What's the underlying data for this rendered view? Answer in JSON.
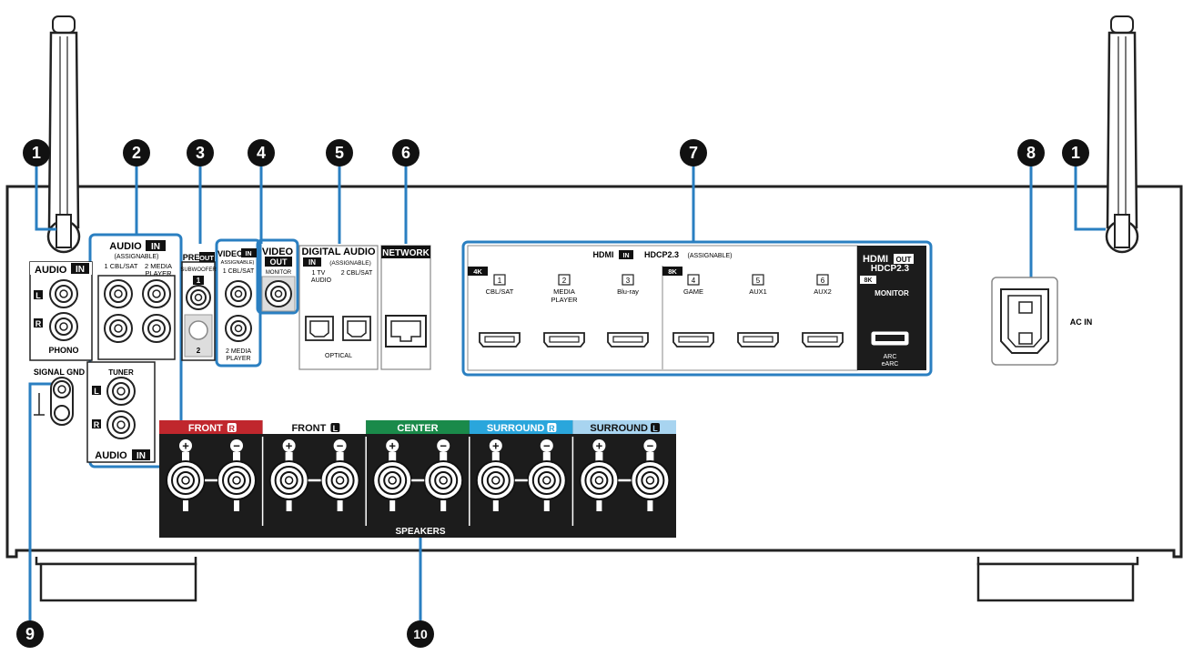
{
  "callouts": [
    "❶",
    "❷",
    "❸",
    "❹",
    "❺",
    "❻",
    "❼",
    "❽",
    "❾",
    "❿"
  ],
  "audio_in": {
    "header": "AUDIO",
    "in": "IN",
    "assignable": "(ASSIGNABLE)",
    "ch1": "1 CBL/SAT",
    "ch2": "2 MEDIA",
    "ch2b": "PLAYER"
  },
  "audio_phono": {
    "header": "AUDIO",
    "in": "IN",
    "label": "PHONO",
    "l": "L",
    "r": "R"
  },
  "tuner": {
    "label": "TUNER",
    "footer": "AUDIO",
    "in": "IN",
    "l": "L",
    "r": "R"
  },
  "signal_gnd": "SIGNAL GND",
  "pre_out": {
    "pre": "PRE",
    "out": "OUT",
    "sub": "SUBWOOFER",
    "n1": "1",
    "n2": "2"
  },
  "video_in": {
    "video": "VIDEO",
    "in": "IN",
    "assignable": "ASSIGNABLE)",
    "ch1": "1 CBL/SAT",
    "ch2": "2 MEDIA",
    "ch2b": "PLAYER"
  },
  "video_out": {
    "video": "VIDEO",
    "out": "OUT",
    "monitor": "MONITOR"
  },
  "digital_audio": {
    "title": "DIGITAL AUDIO",
    "in": "IN",
    "assignable": "(ASSIGNABLE)",
    "ch1a": "1  TV",
    "ch1b": "AUDIO",
    "ch2": "2 CBL/SAT",
    "optical": "OPTICAL"
  },
  "network": "NETWORK",
  "hdmi_in": {
    "hdmi": "HDMI",
    "in": "IN",
    "hdcp": "HDCP2.3",
    "assignable": "(ASSIGNABLE)",
    "tag4k": "4K",
    "tag8k": "8K",
    "ports": [
      {
        "num": "1",
        "l1": "CBL/SAT",
        "l2": ""
      },
      {
        "num": "2",
        "l1": "MEDIA",
        "l2": "PLAYER"
      },
      {
        "num": "3",
        "l1": "Blu-ray",
        "l2": ""
      },
      {
        "num": "4",
        "l1": "GAME",
        "l2": ""
      },
      {
        "num": "5",
        "l1": "AUX1",
        "l2": ""
      },
      {
        "num": "6",
        "l1": "AUX2",
        "l2": ""
      }
    ]
  },
  "hdmi_out": {
    "hdmi": "HDMI",
    "out": "OUT",
    "hdcp": "HDCP2.3",
    "tag8k": "8K",
    "monitor": "MONITOR",
    "arc": "ARC",
    "earc": "eARC"
  },
  "ac_in": "AC IN",
  "speakers": {
    "title": "SPEAKERS",
    "plus": "+",
    "minus": "−",
    "channels": [
      {
        "label": "FRONT",
        "side": "R",
        "color": "#c0272d"
      },
      {
        "label": "FRONT",
        "side": "L",
        "color": "#ffffff"
      },
      {
        "label": "CENTER",
        "side": "",
        "color": "#1a8a4a"
      },
      {
        "label": "SURROUND",
        "side": "R",
        "color": "#2aa6dc"
      },
      {
        "label": "SURROUND",
        "side": "L",
        "color": "#a8d4f0"
      }
    ]
  },
  "colors": {
    "callout_line": "#2a7fc1",
    "panel_dark": "#1c1c1c"
  }
}
